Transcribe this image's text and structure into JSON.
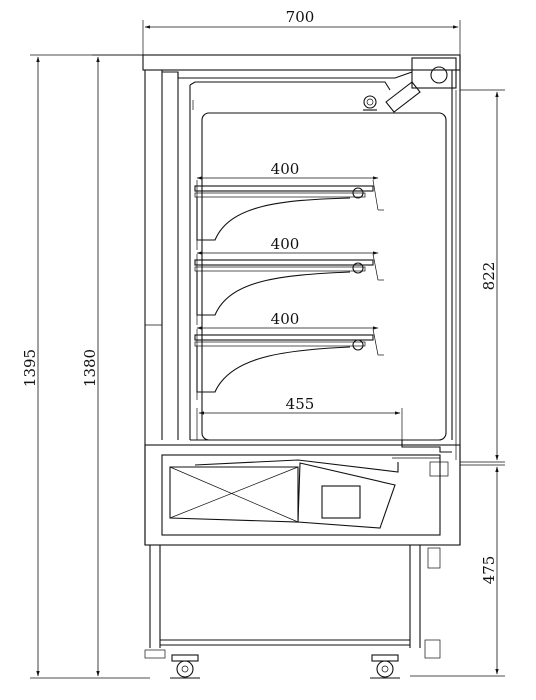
{
  "dimensions": {
    "overall_width": "700",
    "height_total": "1395",
    "height_body": "1380",
    "upper_height": "822",
    "lower_height": "475",
    "shelf_1_depth": "400",
    "shelf_2_depth": "400",
    "shelf_3_depth": "400",
    "base_deck_depth": "455"
  }
}
